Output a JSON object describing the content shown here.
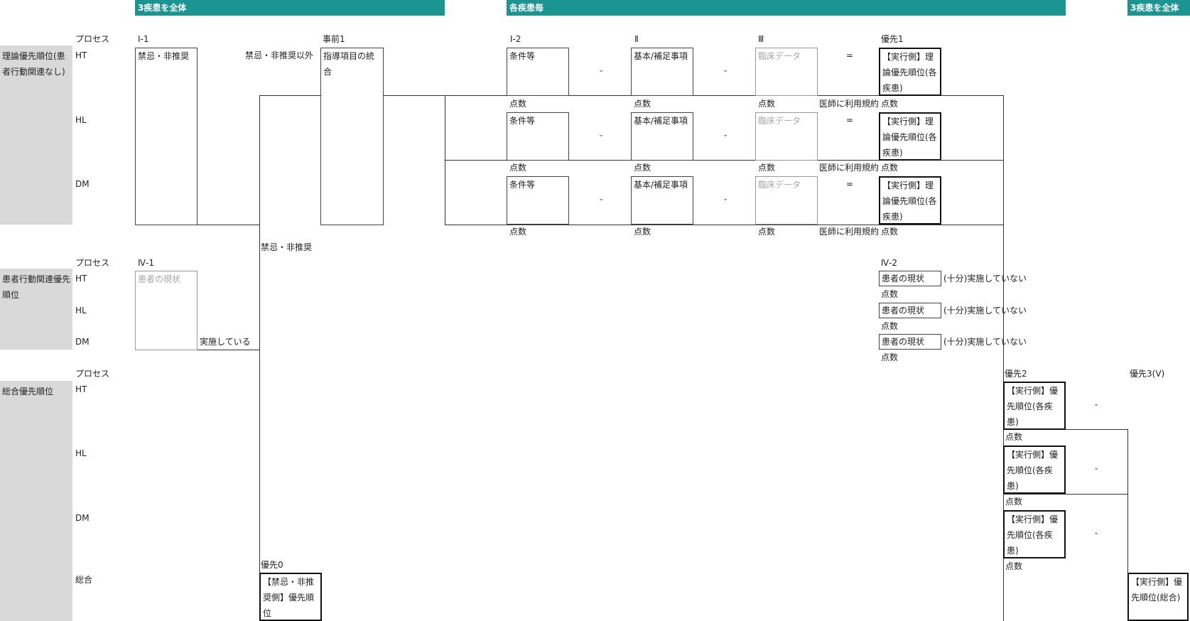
{
  "headers": {
    "left": "3疾患を全体",
    "middle": "各疾患毎",
    "right": "3疾患を全体"
  },
  "sections": {
    "theory": "理論優先順位(患者行動関連なし)",
    "patient": "患者行動関連優先順位",
    "overall": "総合優先順位"
  },
  "rows": {
    "process": "プロセス",
    "ht": "HT",
    "hl": "HL",
    "dm": "DM",
    "total": "総合"
  },
  "columns": {
    "i1": "Ⅰ-1",
    "pre1": "事前1",
    "i2": "Ⅰ-2",
    "ii": "Ⅱ",
    "iii": "Ⅲ",
    "prio1": "優先1",
    "iv1": "Ⅳ-1",
    "iv2": "Ⅳ-2",
    "prio2": "優先2",
    "prio3": "優先3(Ⅴ)",
    "prio0": "優先0"
  },
  "labels": {
    "contra_box": "禁忌・非推奨",
    "not_contra": "禁忌・非推奨以外",
    "guidance_integration": "指導項目の統合",
    "conditions": "条件等",
    "basic_supp": "基本/補足事項",
    "clinical": "臨床データ",
    "equals": "=",
    "impl_theory": "【実行側】理論優先順位(各疾患)",
    "score": "点数",
    "doctor_rule": "医師に利用規約",
    "contra_line": "禁忌・非推奨",
    "patient_status": "患者の現状",
    "implementing": "実施している",
    "not_implementing": "(十分)実施していない",
    "impl_prio_each": "【実行側】優先順位(各疾患)",
    "contra_prio": "【禁忌・非推奨側】優先順位",
    "impl_prio_total": "【実行側】優先順位(総合)",
    "chevron": "⌄"
  },
  "colors": {
    "header_bg": "#1b9591",
    "section_bg": "#d9d9d9"
  }
}
